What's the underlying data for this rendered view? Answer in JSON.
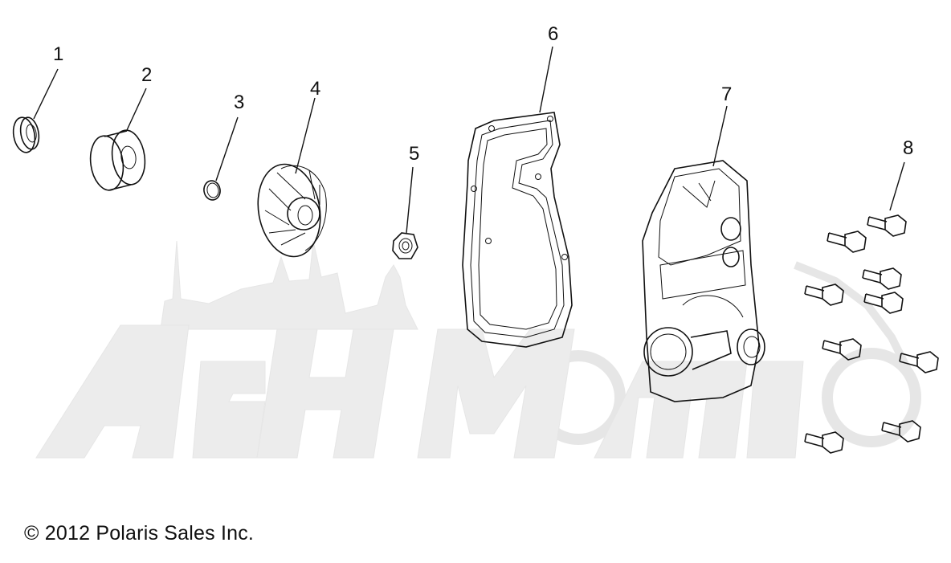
{
  "callouts": [
    {
      "num": "1",
      "part": "seal"
    },
    {
      "num": "2",
      "part": "bearing"
    },
    {
      "num": "3",
      "part": "o-ring"
    },
    {
      "num": "4",
      "part": "impeller"
    },
    {
      "num": "5",
      "part": "nut"
    },
    {
      "num": "6",
      "part": "gasket"
    },
    {
      "num": "7",
      "part": "water-pump-cover"
    },
    {
      "num": "8",
      "part": "bolt"
    }
  ],
  "watermark": {
    "text": "AehMoto"
  },
  "copyright": "© 2012 Polaris Sales Inc."
}
